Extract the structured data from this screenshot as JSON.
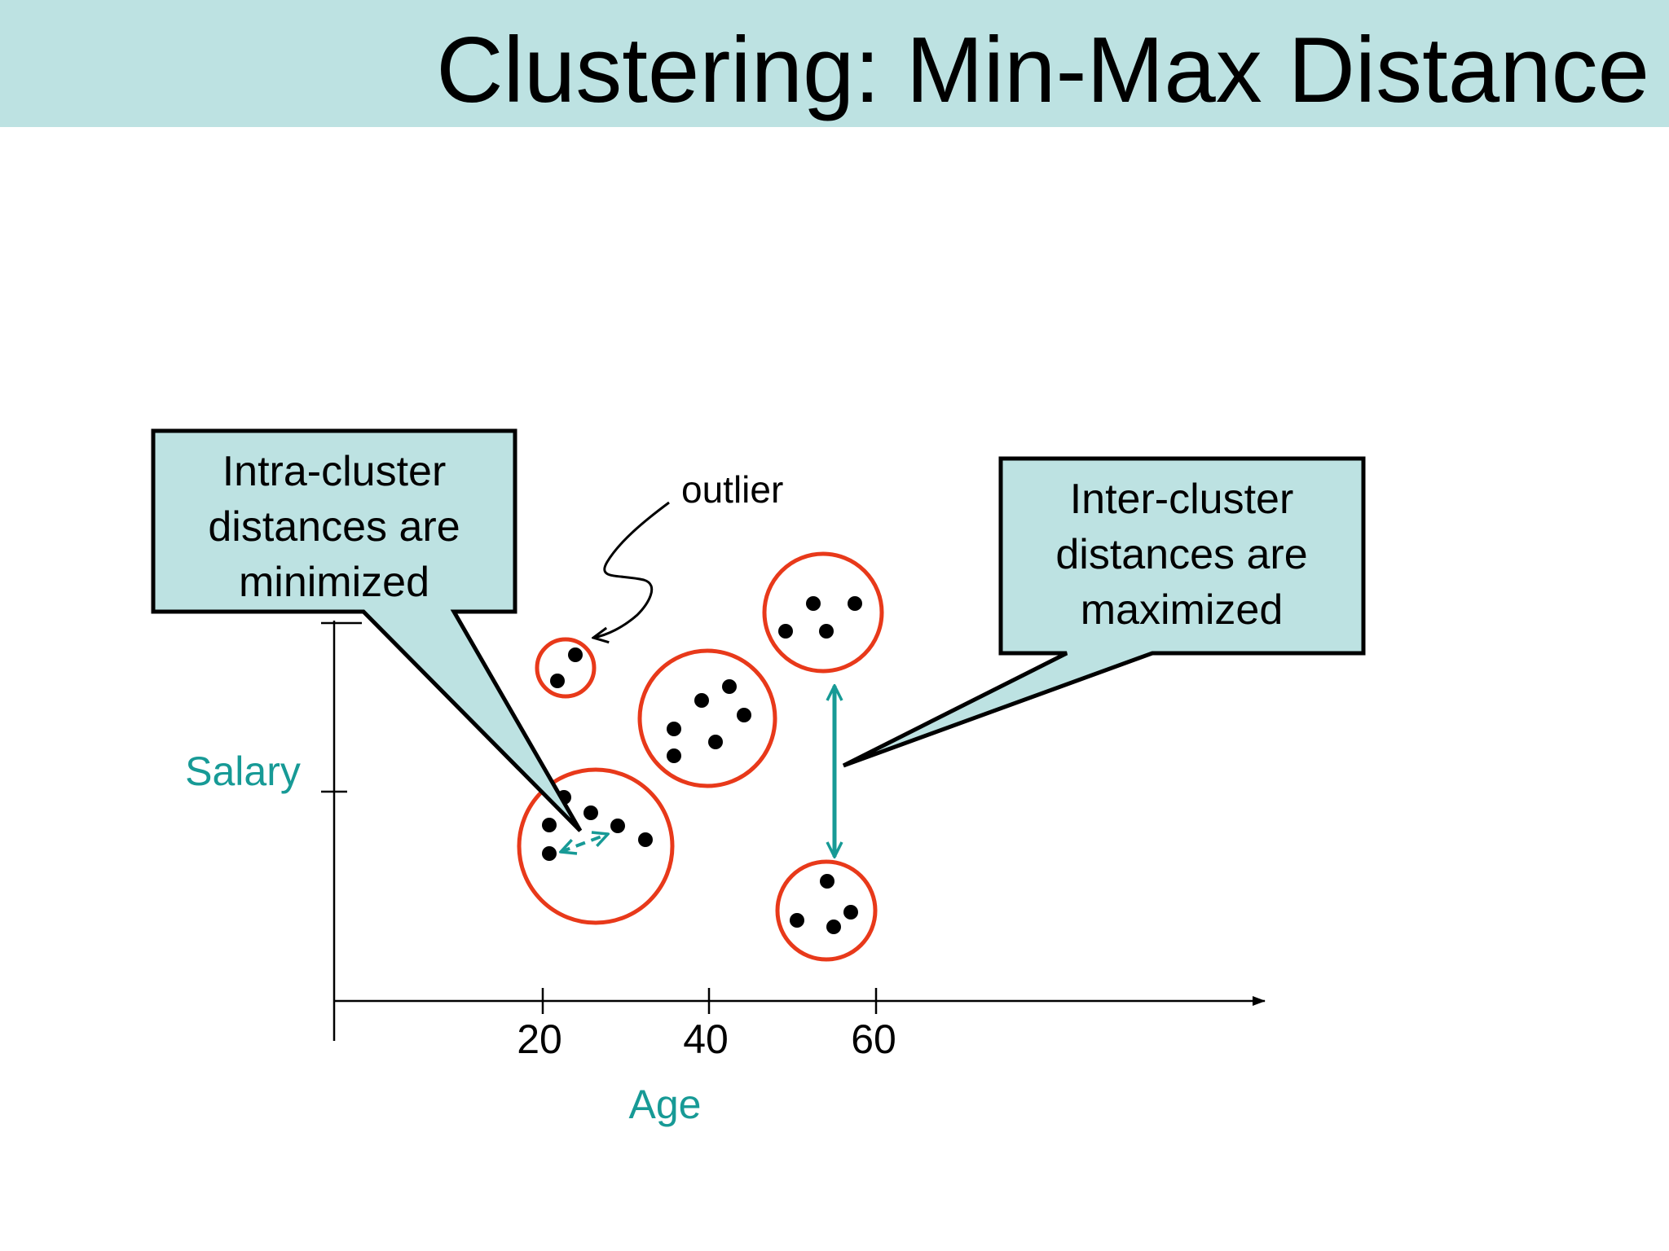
{
  "slide": {
    "title": "Clustering: Min-Max Distance"
  },
  "callouts": {
    "intra": [
      "Intra-cluster",
      "distances are",
      "minimized"
    ],
    "inter": [
      "Inter-cluster",
      "distances are",
      "maximized"
    ],
    "outlier": "outlier"
  },
  "axes": {
    "xlabel": "Age",
    "ylabel": "Salary",
    "xticks": [
      "20",
      "40",
      "60"
    ]
  },
  "colors": {
    "title_band": "#bde2e2",
    "callout_fill": "#bde2e2",
    "cluster_circle": "#e8391a",
    "accent": "#179a96",
    "axis": "#000000",
    "point": "#000000"
  }
}
